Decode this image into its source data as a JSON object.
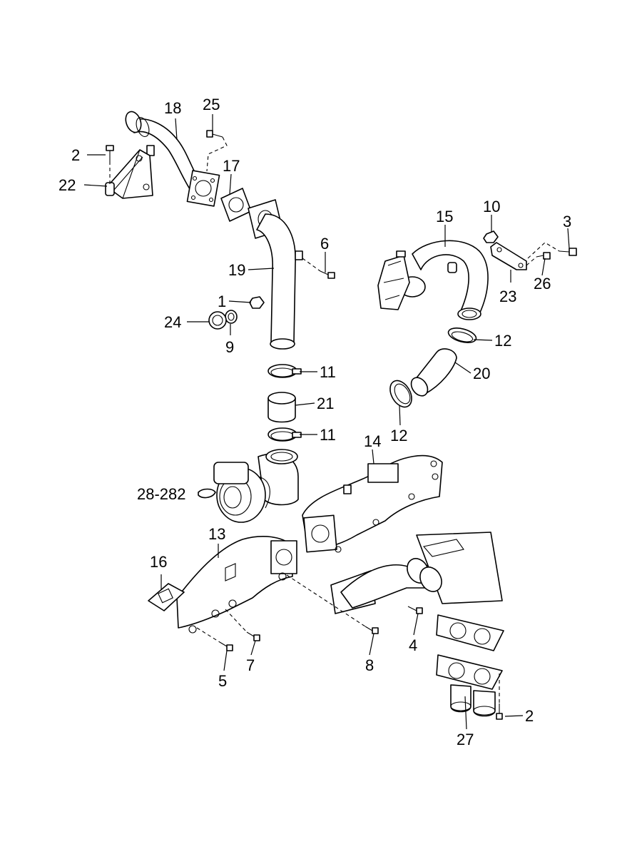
{
  "callouts": [
    "18",
    "25",
    "2",
    "22",
    "17",
    "19",
    "6",
    "1",
    "24",
    "9",
    "15",
    "10",
    "3",
    "23",
    "26",
    "12",
    "20",
    "11",
    "21",
    "12",
    "11",
    "14",
    "28-282",
    "13",
    "16",
    "5",
    "7",
    "8",
    "4",
    "27",
    "2"
  ]
}
